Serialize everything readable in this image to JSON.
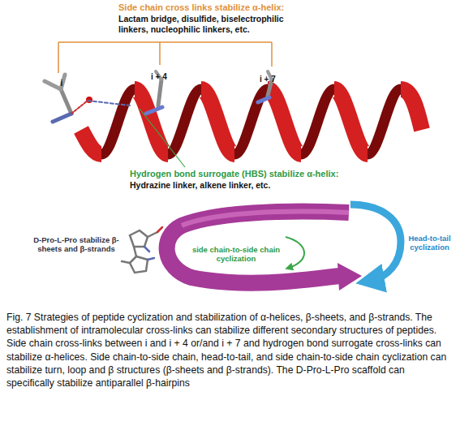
{
  "diagram": {
    "caption": "Fig. 7 Strategies of peptide cyclization and stabilization of α-helices, β-sheets, and β-strands. The establishment of intramolecular cross-links can stabilize different secondary structures of peptides. Side chain cross-links between i and i + 4 or/and i + 7 and hydrogen bond surrogate cross-links can stabilize α-helices. Side chain-to-side chain, head-to-tail, and side chain-to-side chain cyclization can stabilize turn, loop and β structures (β-sheets and β-strands). The D-Pro-L-Pro scaffold can specifically stabilize antiparallel β-hairpins",
    "labels": [
      "Side chain cross links stabilize α-helix:",
      "Lactam bridge, disulfide, biselectrophilic linkers, nucleophilic linkers, etc.",
      "i",
      "i + 4",
      "i + 7",
      "Hydrogen bond surrogate (HBS) stabilize α-helix:",
      "Hydrazine linker, alkene linker, etc.",
      "D-Pro-L-Pro stabilize β-sheets and β-strands",
      "side chain-to-side chain cyclization",
      "Head-to-tail cyclization"
    ]
  }
}
